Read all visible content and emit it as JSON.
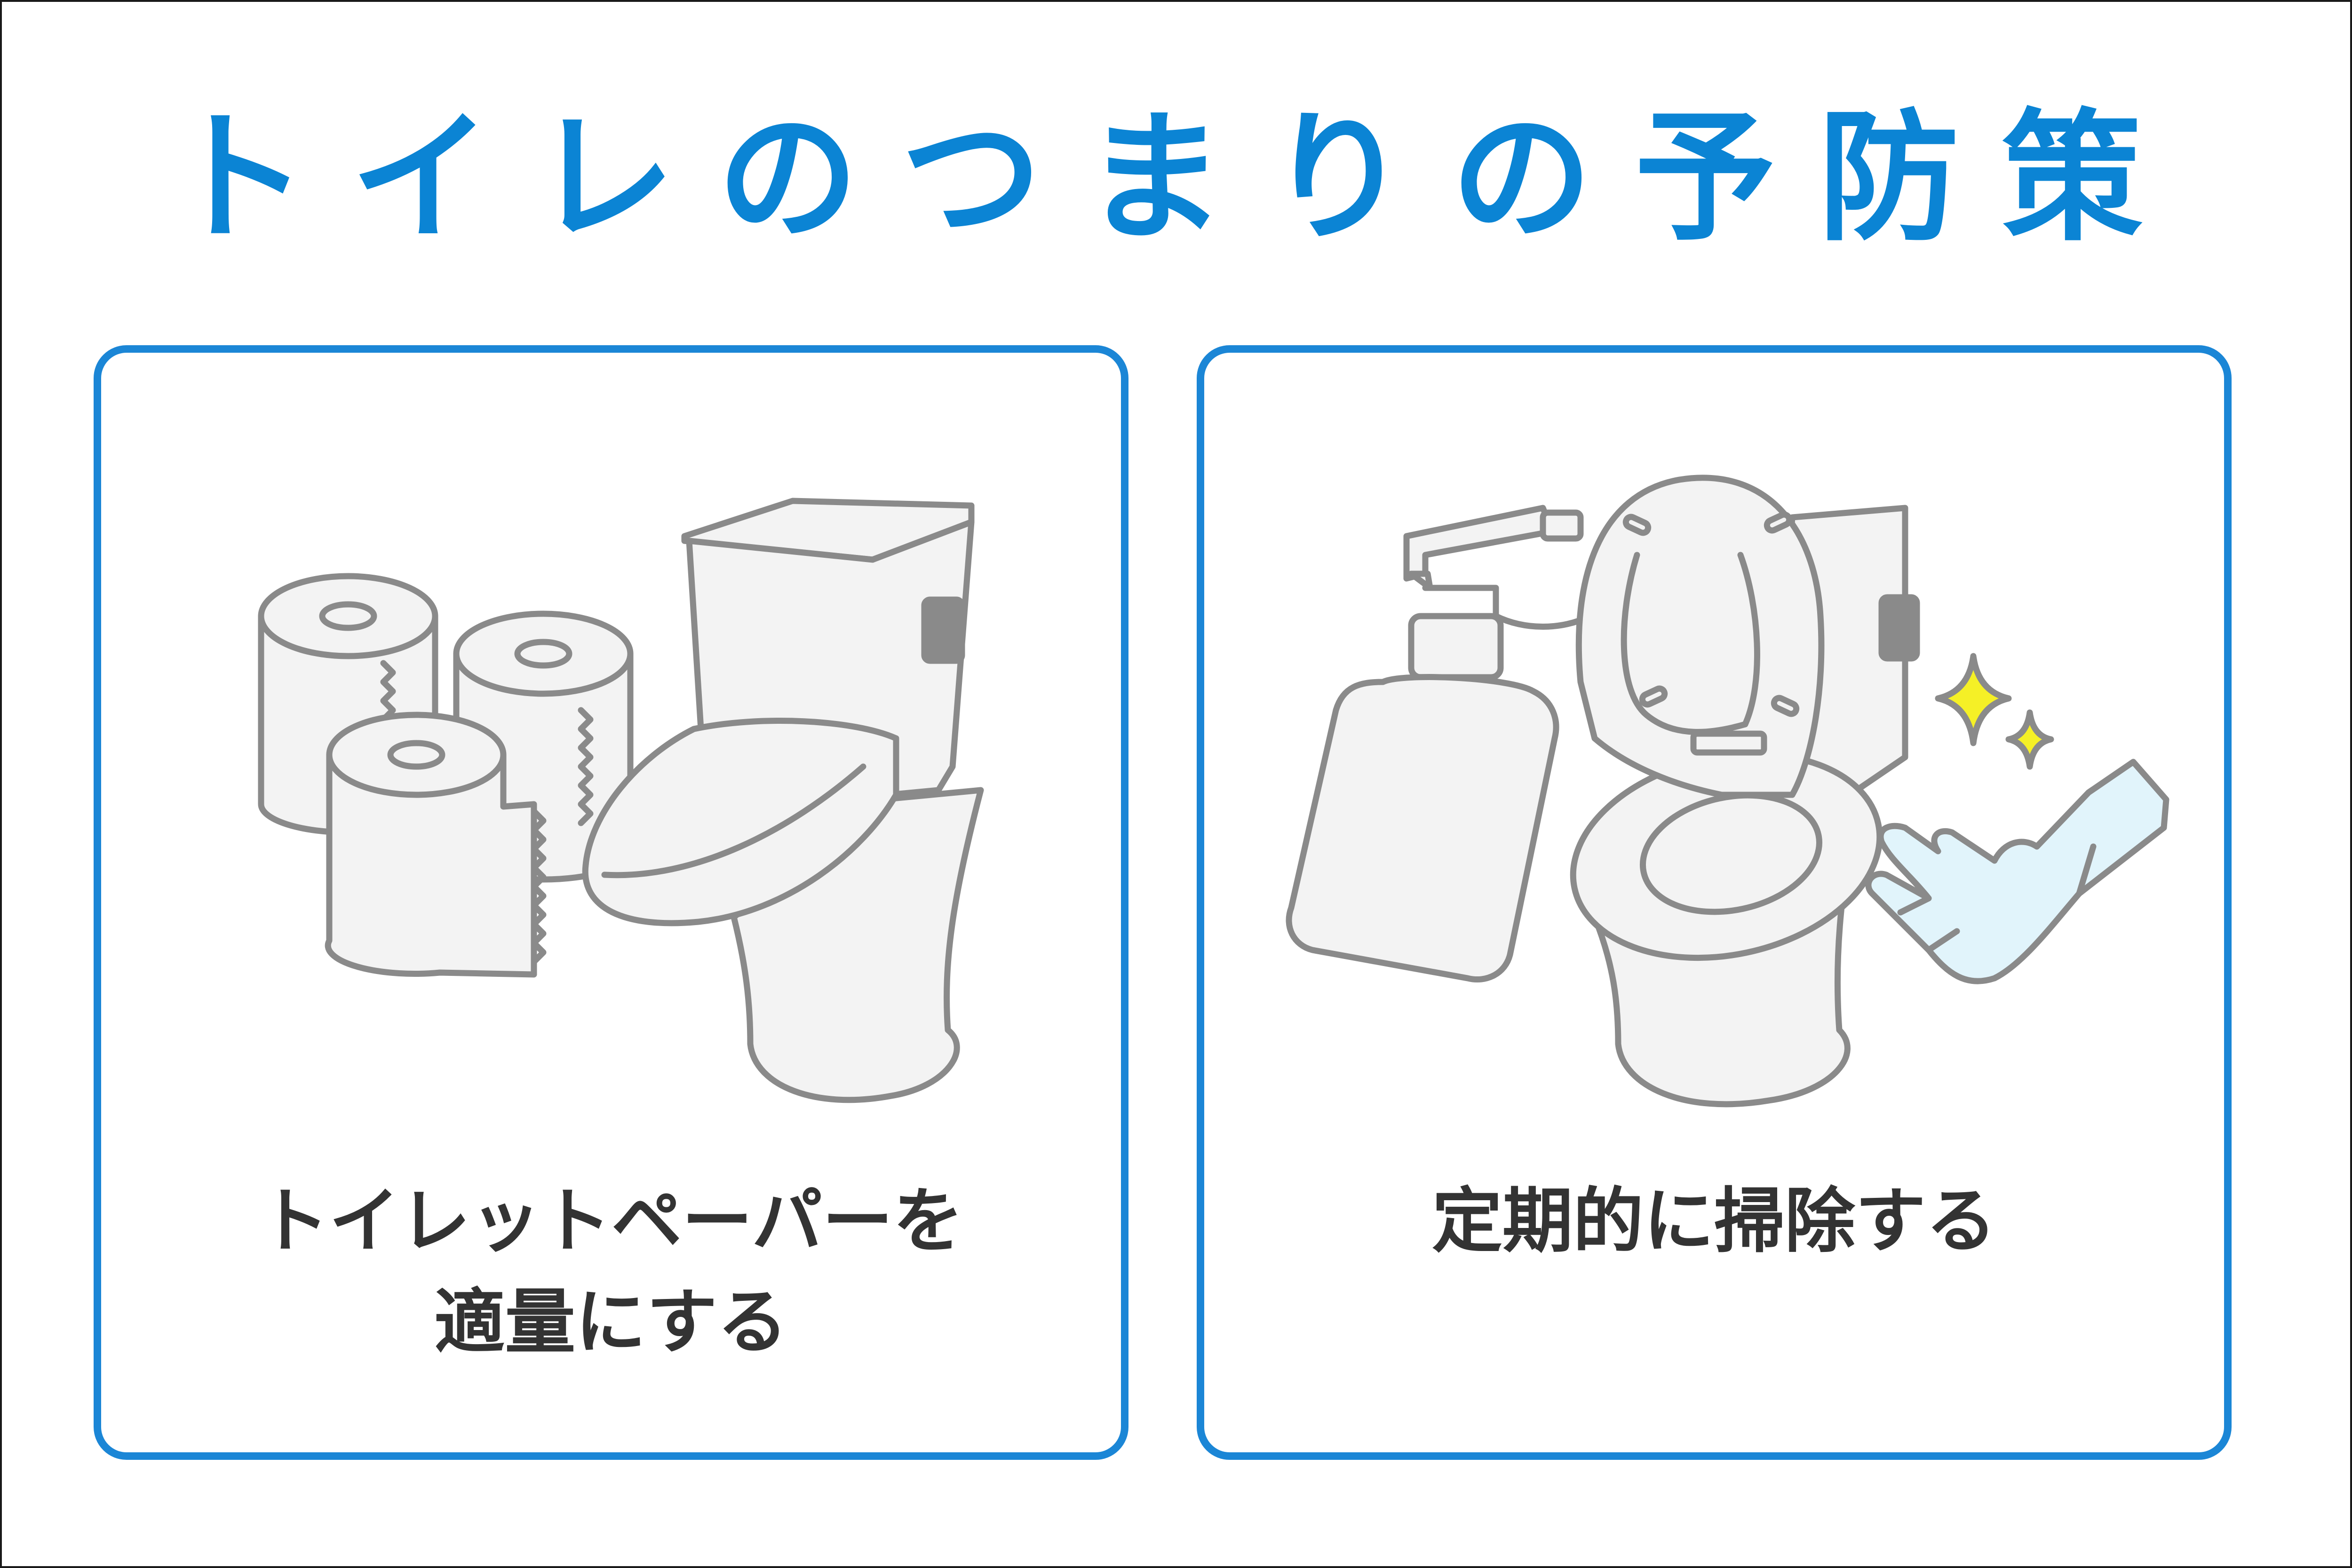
{
  "title": "トイレのつまりの予防策",
  "cards": [
    {
      "caption_lines": [
        "トイレットペーパーを",
        "適量にする"
      ],
      "icons": [
        "toilet-paper-rolls-icon",
        "toilet-icon"
      ]
    },
    {
      "caption_lines": [
        "定期的に掃除する"
      ],
      "icons": [
        "spray-bottle-icon",
        "toilet-open-lid-icon",
        "sparkle-icon",
        "rubber-gloves-icon"
      ]
    }
  ],
  "colors": {
    "accent_blue": "#0b84d4",
    "border_blue": "#1b86d6",
    "outline_gray": "#8a8a8a",
    "fill_gray": "#f3f3f3",
    "sparkle_yellow": "#f5f026",
    "glove_blue": "#e1f4fb",
    "caption_text": "#333333"
  }
}
